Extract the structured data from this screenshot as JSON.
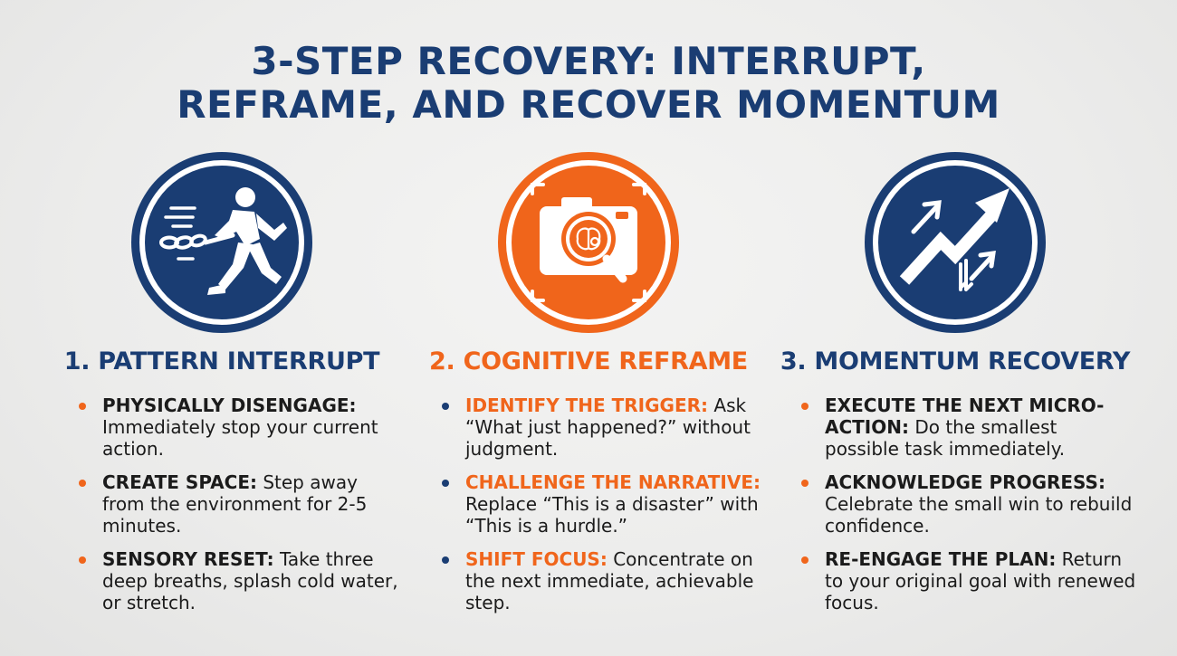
{
  "title": {
    "line1": "3-STEP RECOVERY: INTERRUPT,",
    "line2": "REFRAME, AND RECOVER MOMENTUM"
  },
  "colors": {
    "navy": "#1a3d73",
    "orange": "#f0651b",
    "text": "#1b1b1b",
    "background": "#ececeb"
  },
  "steps": [
    {
      "icon": "running-person-breaking-chain-icon",
      "heading": "1. PATTERN INTERRUPT",
      "heading_color": "#1a3d73",
      "circle_color": "#1a3d73",
      "bullet_color": "#f0651b",
      "label_color": "#1b1b1b",
      "items": [
        {
          "label": "PHYSICALLY DISENGAGE:",
          "text": " Immediately stop your current action."
        },
        {
          "label": "CREATE SPACE:",
          "text": " Step away from the environment for 2-5 minutes."
        },
        {
          "label": "SENSORY RESET:",
          "text": " Take three deep breaths, splash cold water, or stretch."
        }
      ]
    },
    {
      "icon": "camera-brain-magnifier-icon",
      "heading": "2. COGNITIVE REFRAME",
      "heading_color": "#f0651b",
      "circle_color": "#f0651b",
      "bullet_color": "#1a3d73",
      "label_color": "#f0651b",
      "items": [
        {
          "label": "IDENTIFY THE TRIGGER:",
          "text": " Ask “What just happened?” without judgment."
        },
        {
          "label": "CHALLENGE THE NARRATIVE:",
          "text": " Replace “This is a disaster” with “This is a hurdle.”"
        },
        {
          "label": "SHIFT FOCUS:",
          "text": " Concentrate on the next immediate, achievable step."
        }
      ]
    },
    {
      "icon": "upward-trend-arrows-icon",
      "heading": "3. MOMENTUM RECOVERY",
      "heading_color": "#1a3d73",
      "circle_color": "#1a3d73",
      "bullet_color": "#f0651b",
      "label_color": "#1b1b1b",
      "items": [
        {
          "label": "EXECUTE THE NEXT MICRO-ACTION:",
          "text": " Do the smallest possible task immediately."
        },
        {
          "label": "ACKNOWLEDGE PROGRESS:",
          "text": " Celebrate the small win to rebuild confidence."
        },
        {
          "label": "RE-ENGAGE THE PLAN:",
          "text": " Return to your original goal with renewed focus."
        }
      ]
    }
  ]
}
